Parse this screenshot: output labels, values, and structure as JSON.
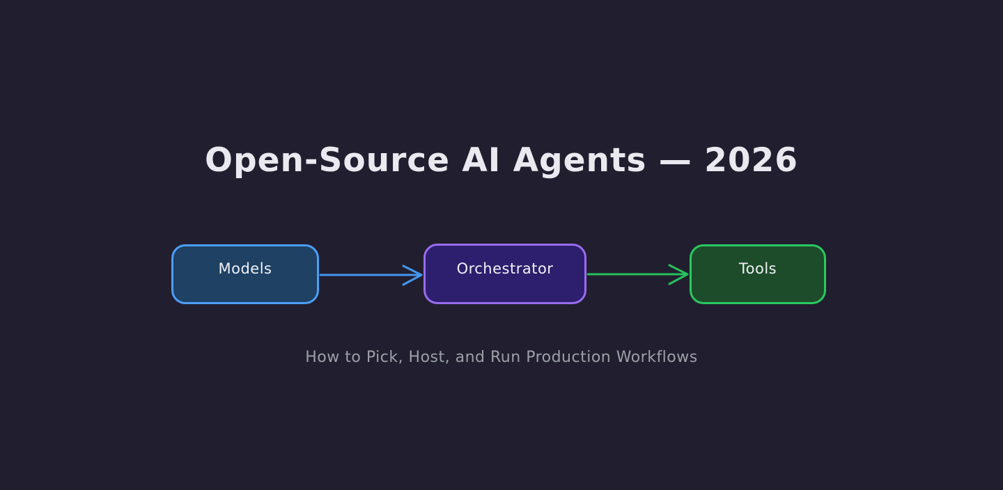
{
  "page": {
    "background": "#211f2f"
  },
  "title": {
    "text": "Open-Source AI Agents — 2026",
    "color": "#e9e9ef"
  },
  "subtitle": {
    "text": "How to Pick, Host, and Run Production Workflows",
    "color": "#9da0a8"
  },
  "diagram": {
    "nodes": [
      {
        "label": "Models",
        "fill": "#1e4164",
        "stroke": "#4d9ef7",
        "text_color": "#f2f2f5"
      },
      {
        "label": "Orchestrator",
        "fill": "#2d1f6e",
        "stroke": "#9a6cf0",
        "text_color": "#f2f2f5"
      },
      {
        "label": "Tools",
        "fill": "#1d4c2b",
        "stroke": "#2bc961",
        "text_color": "#f2f2f5"
      }
    ],
    "arrows": [
      {
        "from": "Models",
        "to": "Orchestrator",
        "color": "#4598f0"
      },
      {
        "from": "Orchestrator",
        "to": "Tools",
        "color": "#27c15c"
      }
    ]
  }
}
